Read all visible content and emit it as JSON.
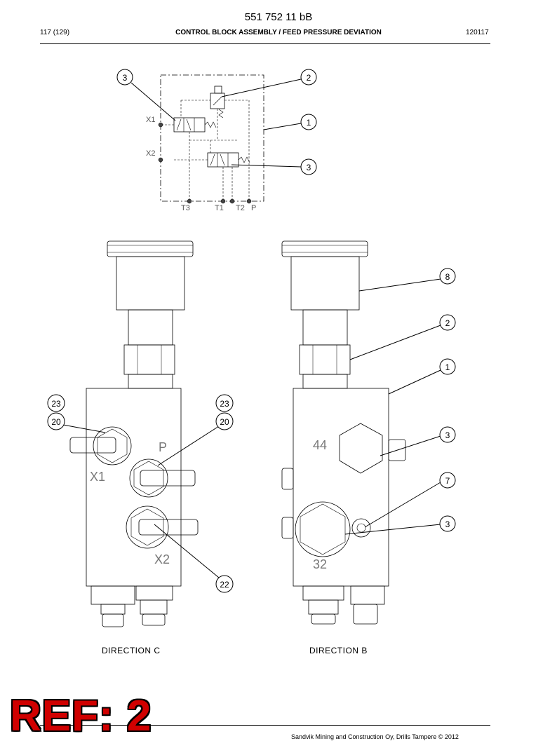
{
  "header": {
    "doc_code": "551 752 11 bB",
    "page": "117 (129)",
    "title": "CONTROL BLOCK ASSEMBLY / FEED PRESSURE DEVIATION",
    "date_code": "120117"
  },
  "schematic": {
    "port_labels": [
      "X1",
      "X2",
      "T3",
      "T1",
      "T2",
      "P"
    ],
    "callouts": [
      "3",
      "2",
      "1",
      "3"
    ]
  },
  "view_c": {
    "caption": "DIRECTION  C",
    "body_labels": [
      "P",
      "X1",
      "X2"
    ],
    "callouts": [
      "23",
      "20",
      "23",
      "20",
      "22"
    ]
  },
  "view_b": {
    "caption": "DIRECTION  B",
    "body_labels": [
      "44",
      "32"
    ],
    "callouts": [
      "8",
      "2",
      "1",
      "3",
      "7",
      "3"
    ]
  },
  "ref_stamp": "REF: 2",
  "footer": "Sandvik Mining and Construction Oy, Drills Tampere © 2012"
}
